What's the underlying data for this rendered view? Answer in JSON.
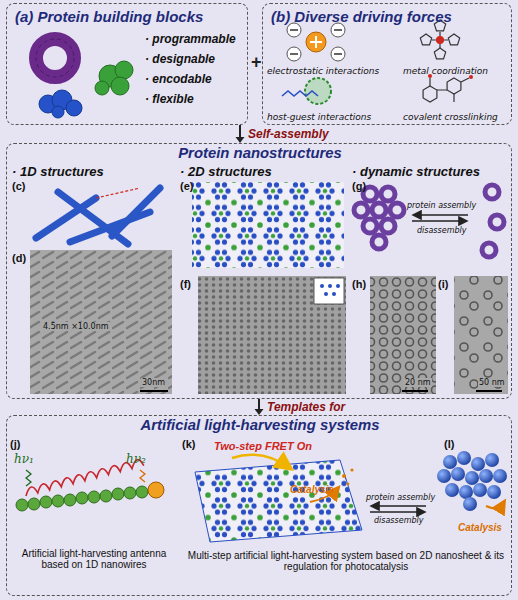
{
  "diagram": {
    "nodes": [
      {
        "text": [
          "(a) Protein building blocks",
          "· programmable",
          "· designable",
          "· encodable",
          "· flexible"
        ]
      },
      {
        "text": [
          "(b) Diverse driving forces",
          "electrostatic interactions",
          "metal coordination",
          "host-guest interactions",
          "covalent crosslinking"
        ]
      },
      {
        "text": [
          "Protein nanostructures"
        ]
      },
      {
        "text": [
          "Artificial light-harvesting systems"
        ]
      }
    ],
    "edges": [
      {
        "from": 0,
        "to": 2,
        "label": "Self-assembly",
        "arrow": "to"
      },
      {
        "from": 2,
        "to": 3,
        "label": "Templates for",
        "arrow": "to"
      }
    ],
    "labels": [
      "+",
      "· 1D structures",
      "· 2D structures",
      "· dynamic structures",
      "(c)",
      "(d)",
      "4.5nm ×10.0nm",
      "30nm",
      "(e)",
      "(f)",
      "(g)",
      "protein assembly",
      "disassembly",
      "(h)",
      "20 nm",
      "(i)",
      "50 nm",
      "(j)",
      "hν₁",
      "hν₂",
      "Artificial light-harvesting antenna based on 1D nanowires",
      "(k)",
      "Two-step FRET On",
      "Catalysis",
      "protein assembly",
      "disassembly",
      "(l)",
      "Catalysis",
      "Multi-step artificial light-harvesting system based on 2D nanosheet & its regulation for photocatalysis"
    ]
  }
}
